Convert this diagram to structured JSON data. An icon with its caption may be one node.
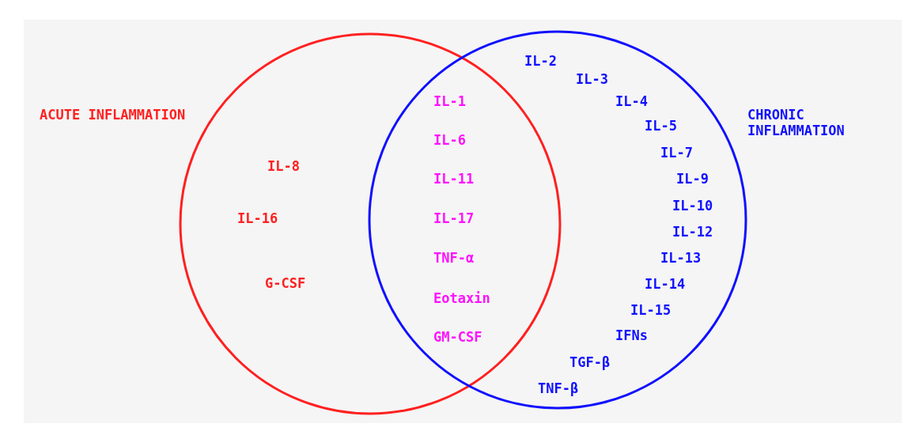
{
  "diagram": {
    "nodes": [
      {
        "text": [
          "ACUTE INFLAMMATION"
        ]
      },
      {
        "text": [
          "CHRONIC INFLAMMATION"
        ]
      }
    ],
    "labels": [
      "IL-8",
      "IL-16",
      "G-CSF",
      "IL-1",
      "IL-6",
      "IL-11",
      "IL-17",
      "TNF-α",
      "Eotaxin",
      "GM-CSF",
      "IL-2",
      "IL-3",
      "IL-4",
      "IL-5",
      "IL-7",
      "IL-9",
      "IL-10",
      "IL-12",
      "IL-13",
      "IL-14",
      "IL-15",
      "IFNs",
      "TGF-β",
      "TNF-β"
    ]
  }
}
